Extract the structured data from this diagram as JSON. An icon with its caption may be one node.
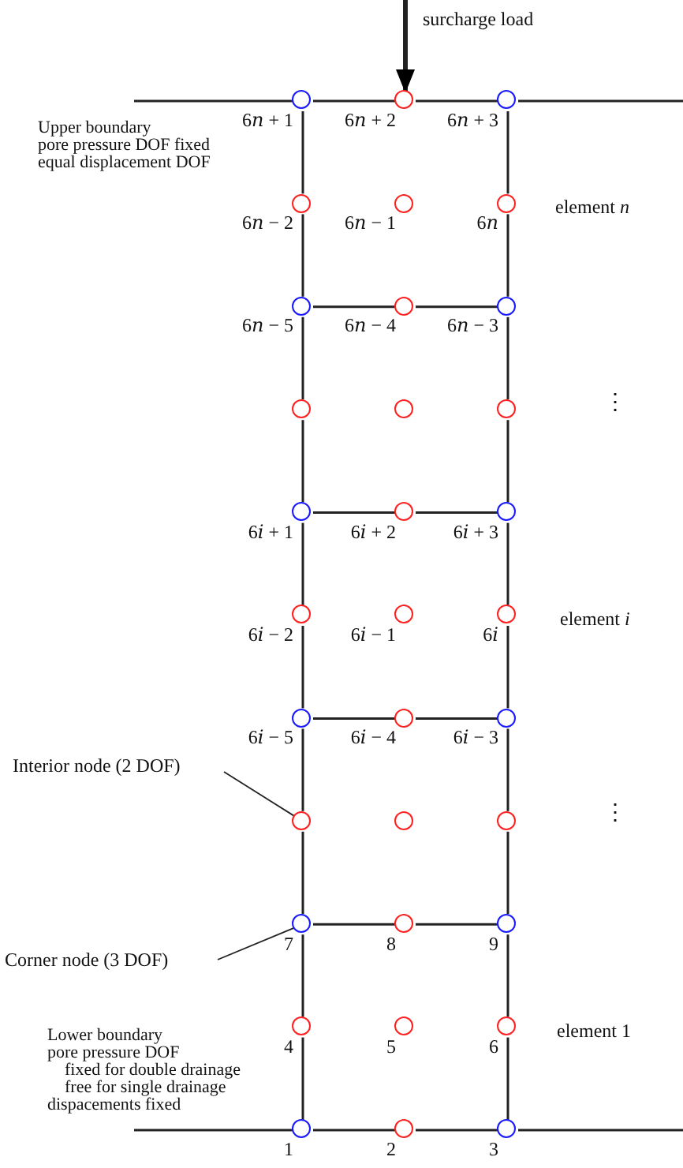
{
  "diagram": {
    "nodes": [
      {
        "text": [],
        "shape": "circle",
        "beside": [
          "6𝑛 + 1"
        ]
      },
      {
        "text": [],
        "shape": "circle",
        "beside": [
          "6𝑛 + 2"
        ]
      },
      {
        "text": [],
        "shape": "circle",
        "beside": [
          "6𝑛 + 3"
        ]
      },
      {
        "text": [],
        "shape": "circle",
        "beside": [
          "6𝑛 − 2"
        ]
      },
      {
        "text": [],
        "shape": "circle",
        "beside": [
          "6𝑛 − 1"
        ]
      },
      {
        "text": [],
        "shape": "circle",
        "beside": [
          "6𝑛"
        ]
      },
      {
        "text": [],
        "shape": "circle",
        "beside": [
          "6𝑛 − 5"
        ]
      },
      {
        "text": [],
        "shape": "circle",
        "beside": [
          "6𝑛 − 4"
        ]
      },
      {
        "text": [],
        "shape": "circle",
        "beside": [
          "6𝑛 − 3"
        ]
      },
      {
        "text": [],
        "shape": "circle"
      },
      {
        "text": [],
        "shape": "circle"
      },
      {
        "text": [],
        "shape": "circle"
      },
      {
        "text": [],
        "shape": "circle",
        "beside": [
          "6𝑖 + 1"
        ]
      },
      {
        "text": [],
        "shape": "circle",
        "beside": [
          "6𝑖 + 2"
        ]
      },
      {
        "text": [],
        "shape": "circle",
        "beside": [
          "6𝑖 + 3"
        ]
      },
      {
        "text": [],
        "shape": "circle",
        "beside": [
          "6𝑖 − 2"
        ]
      },
      {
        "text": [],
        "shape": "circle",
        "beside": [
          "6𝑖 − 1"
        ]
      },
      {
        "text": [],
        "shape": "circle",
        "beside": [
          "6𝑖"
        ]
      },
      {
        "text": [],
        "shape": "circle",
        "beside": [
          "6𝑖 − 5"
        ]
      },
      {
        "text": [],
        "shape": "circle",
        "beside": [
          "6𝑖 − 4"
        ]
      },
      {
        "text": [],
        "shape": "circle",
        "beside": [
          "6𝑖 − 3"
        ]
      },
      {
        "text": [],
        "shape": "circle"
      },
      {
        "text": [],
        "shape": "circle"
      },
      {
        "text": [],
        "shape": "circle"
      },
      {
        "text": [],
        "shape": "circle",
        "beside": [
          "7"
        ]
      },
      {
        "text": [],
        "shape": "circle",
        "beside": [
          "8"
        ]
      },
      {
        "text": [],
        "shape": "circle",
        "beside": [
          "9"
        ]
      },
      {
        "text": [],
        "shape": "circle",
        "beside": [
          "4"
        ]
      },
      {
        "text": [],
        "shape": "circle",
        "beside": [
          "5"
        ]
      },
      {
        "text": [],
        "shape": "circle",
        "beside": [
          "6"
        ]
      },
      {
        "text": [],
        "shape": "circle",
        "beside": [
          "1"
        ]
      },
      {
        "text": [],
        "shape": "circle",
        "beside": [
          "2"
        ]
      },
      {
        "text": [],
        "shape": "circle",
        "beside": [
          "3"
        ]
      },
      {
        "text": [
          "Interior node (2 DOF)"
        ]
      },
      {
        "text": [
          "Corner node (3 DOF)"
        ]
      }
    ],
    "edges": [
      {
        "from": null,
        "to": 1,
        "arrow": "to",
        "label": "surcharge load",
        "style": "thick"
      },
      {
        "from": null,
        "to": 0,
        "arrow": "none"
      },
      {
        "from": 0,
        "to": 1,
        "arrow": "none"
      },
      {
        "from": 1,
        "to": 2,
        "arrow": "none"
      },
      {
        "from": 2,
        "to": null,
        "arrow": "none"
      },
      {
        "from": 0,
        "to": 3,
        "arrow": "none"
      },
      {
        "from": 2,
        "to": 5,
        "arrow": "none"
      },
      {
        "from": 3,
        "to": 6,
        "arrow": "none"
      },
      {
        "from": 5,
        "to": 8,
        "arrow": "none"
      },
      {
        "from": 6,
        "to": 7,
        "arrow": "none"
      },
      {
        "from": 7,
        "to": 8,
        "arrow": "none"
      },
      {
        "from": 6,
        "to": 9,
        "arrow": "none"
      },
      {
        "from": 8,
        "to": 11,
        "arrow": "none"
      },
      {
        "from": 9,
        "to": 12,
        "arrow": "none"
      },
      {
        "from": 11,
        "to": 14,
        "arrow": "none"
      },
      {
        "from": 12,
        "to": 13,
        "arrow": "none"
      },
      {
        "from": 13,
        "to": 14,
        "arrow": "none"
      },
      {
        "from": 12,
        "to": 15,
        "arrow": "none"
      },
      {
        "from": 14,
        "to": 17,
        "arrow": "none"
      },
      {
        "from": 15,
        "to": 18,
        "arrow": "none"
      },
      {
        "from": 17,
        "to": 20,
        "arrow": "none"
      },
      {
        "from": 18,
        "to": 19,
        "arrow": "none"
      },
      {
        "from": 19,
        "to": 20,
        "arrow": "none"
      },
      {
        "from": 18,
        "to": 21,
        "arrow": "none"
      },
      {
        "from": 20,
        "to": 23,
        "arrow": "none"
      },
      {
        "from": 21,
        "to": 24,
        "arrow": "none"
      },
      {
        "from": 23,
        "to": 26,
        "arrow": "none"
      },
      {
        "from": 24,
        "to": 25,
        "arrow": "none"
      },
      {
        "from": 25,
        "to": 26,
        "arrow": "none"
      },
      {
        "from": 24,
        "to": 27,
        "arrow": "none"
      },
      {
        "from": 26,
        "to": 29,
        "arrow": "none"
      },
      {
        "from": 27,
        "to": 30,
        "arrow": "none"
      },
      {
        "from": 29,
        "to": 32,
        "arrow": "none"
      },
      {
        "from": null,
        "to": 30,
        "arrow": "none"
      },
      {
        "from": 30,
        "to": 31,
        "arrow": "none"
      },
      {
        "from": 31,
        "to": 32,
        "arrow": "none"
      },
      {
        "from": 32,
        "to": null,
        "arrow": "none"
      },
      {
        "from": 33,
        "to": 21,
        "arrow": "none"
      },
      {
        "from": 34,
        "to": 24,
        "arrow": "none"
      }
    ],
    "labels": [
      "Upper boundary",
      "pore pressure DOF fixed",
      "equal displacement DOF",
      "element *n*",
      "⋮",
      "element *i*",
      "⋮",
      "element 1",
      "Lower boundary",
      "pore pressure DOF",
      "fixed for double drainage",
      "free for single drainage",
      "dispacements fixed"
    ]
  }
}
